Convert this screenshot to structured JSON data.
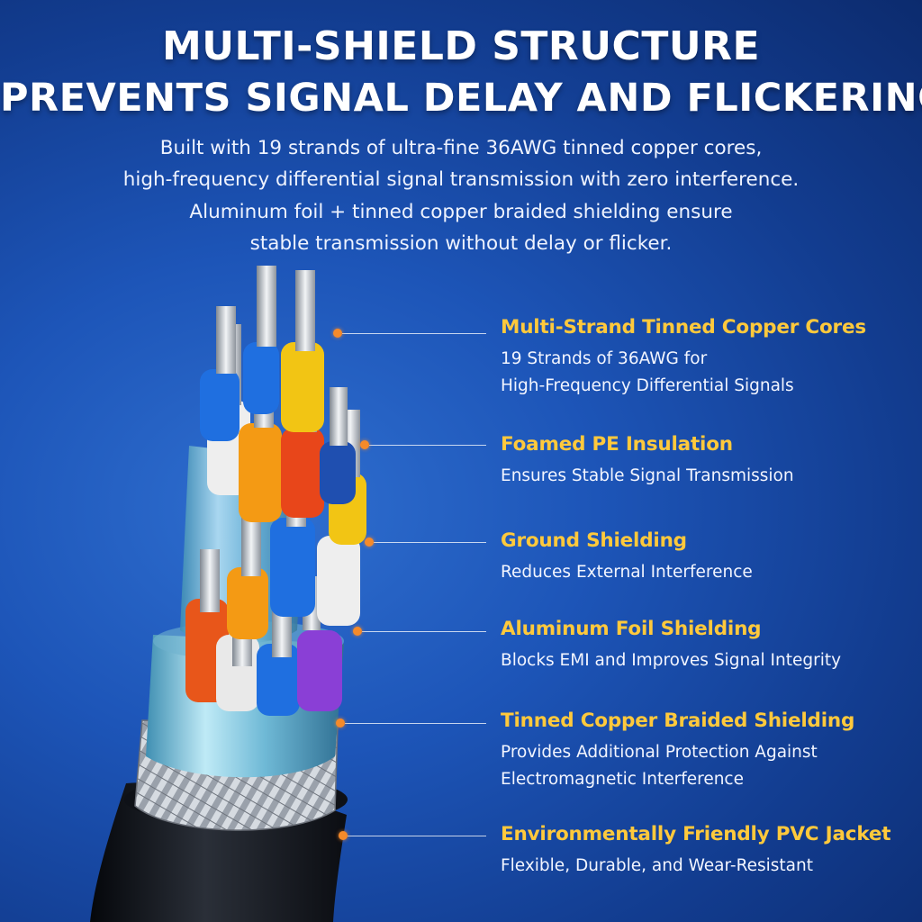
{
  "header": {
    "line1": "MULTI-SHIELD STRUCTURE",
    "line2": "PREVENTS SIGNAL DELAY AND FLICKERING"
  },
  "intro": {
    "line1": "Built with 19 strands of ultra-fine 36AWG tinned copper cores,",
    "line2": "high-frequency differential signal transmission with zero interference.",
    "line3": "Aluminum foil + tinned copper braided shielding ensure",
    "line4": "stable transmission without delay or flicker."
  },
  "layers": [
    {
      "title": "Multi-Strand Tinned Copper Cores",
      "desc1": "19 Strands of 36AWG for",
      "desc2": "High-Frequency Differential Signals"
    },
    {
      "title": "Foamed PE Insulation",
      "desc1": "Ensures Stable Signal Transmission"
    },
    {
      "title": "Ground Shielding",
      "desc1": "Reduces External Interference"
    },
    {
      "title": "Aluminum Foil Shielding",
      "desc1": "Blocks EMI and Improves Signal Integrity"
    },
    {
      "title": "Tinned Copper Braided Shielding",
      "desc1": "Provides Additional Protection Against",
      "desc2": "Electromagnetic Interference"
    },
    {
      "title": "Environmentally Friendly PVC Jacket",
      "desc1": "Flexible, Durable, and Wear-Resistant"
    }
  ],
  "colors": {
    "background": "#1d55b8",
    "title_text": "#ffffff",
    "label_title": "#ffc93c",
    "callout_dot": "#f58a2a",
    "jacket": "#161a22",
    "braid": "#b9bfc7",
    "foil": "#7fc4de",
    "wire_blue": "#1f6fe0",
    "wire_yellow": "#f2c514",
    "wire_orange": "#f49a14",
    "wire_red": "#e8461a",
    "wire_white": "#eeeeee",
    "wire_purple": "#8a3fd6"
  }
}
